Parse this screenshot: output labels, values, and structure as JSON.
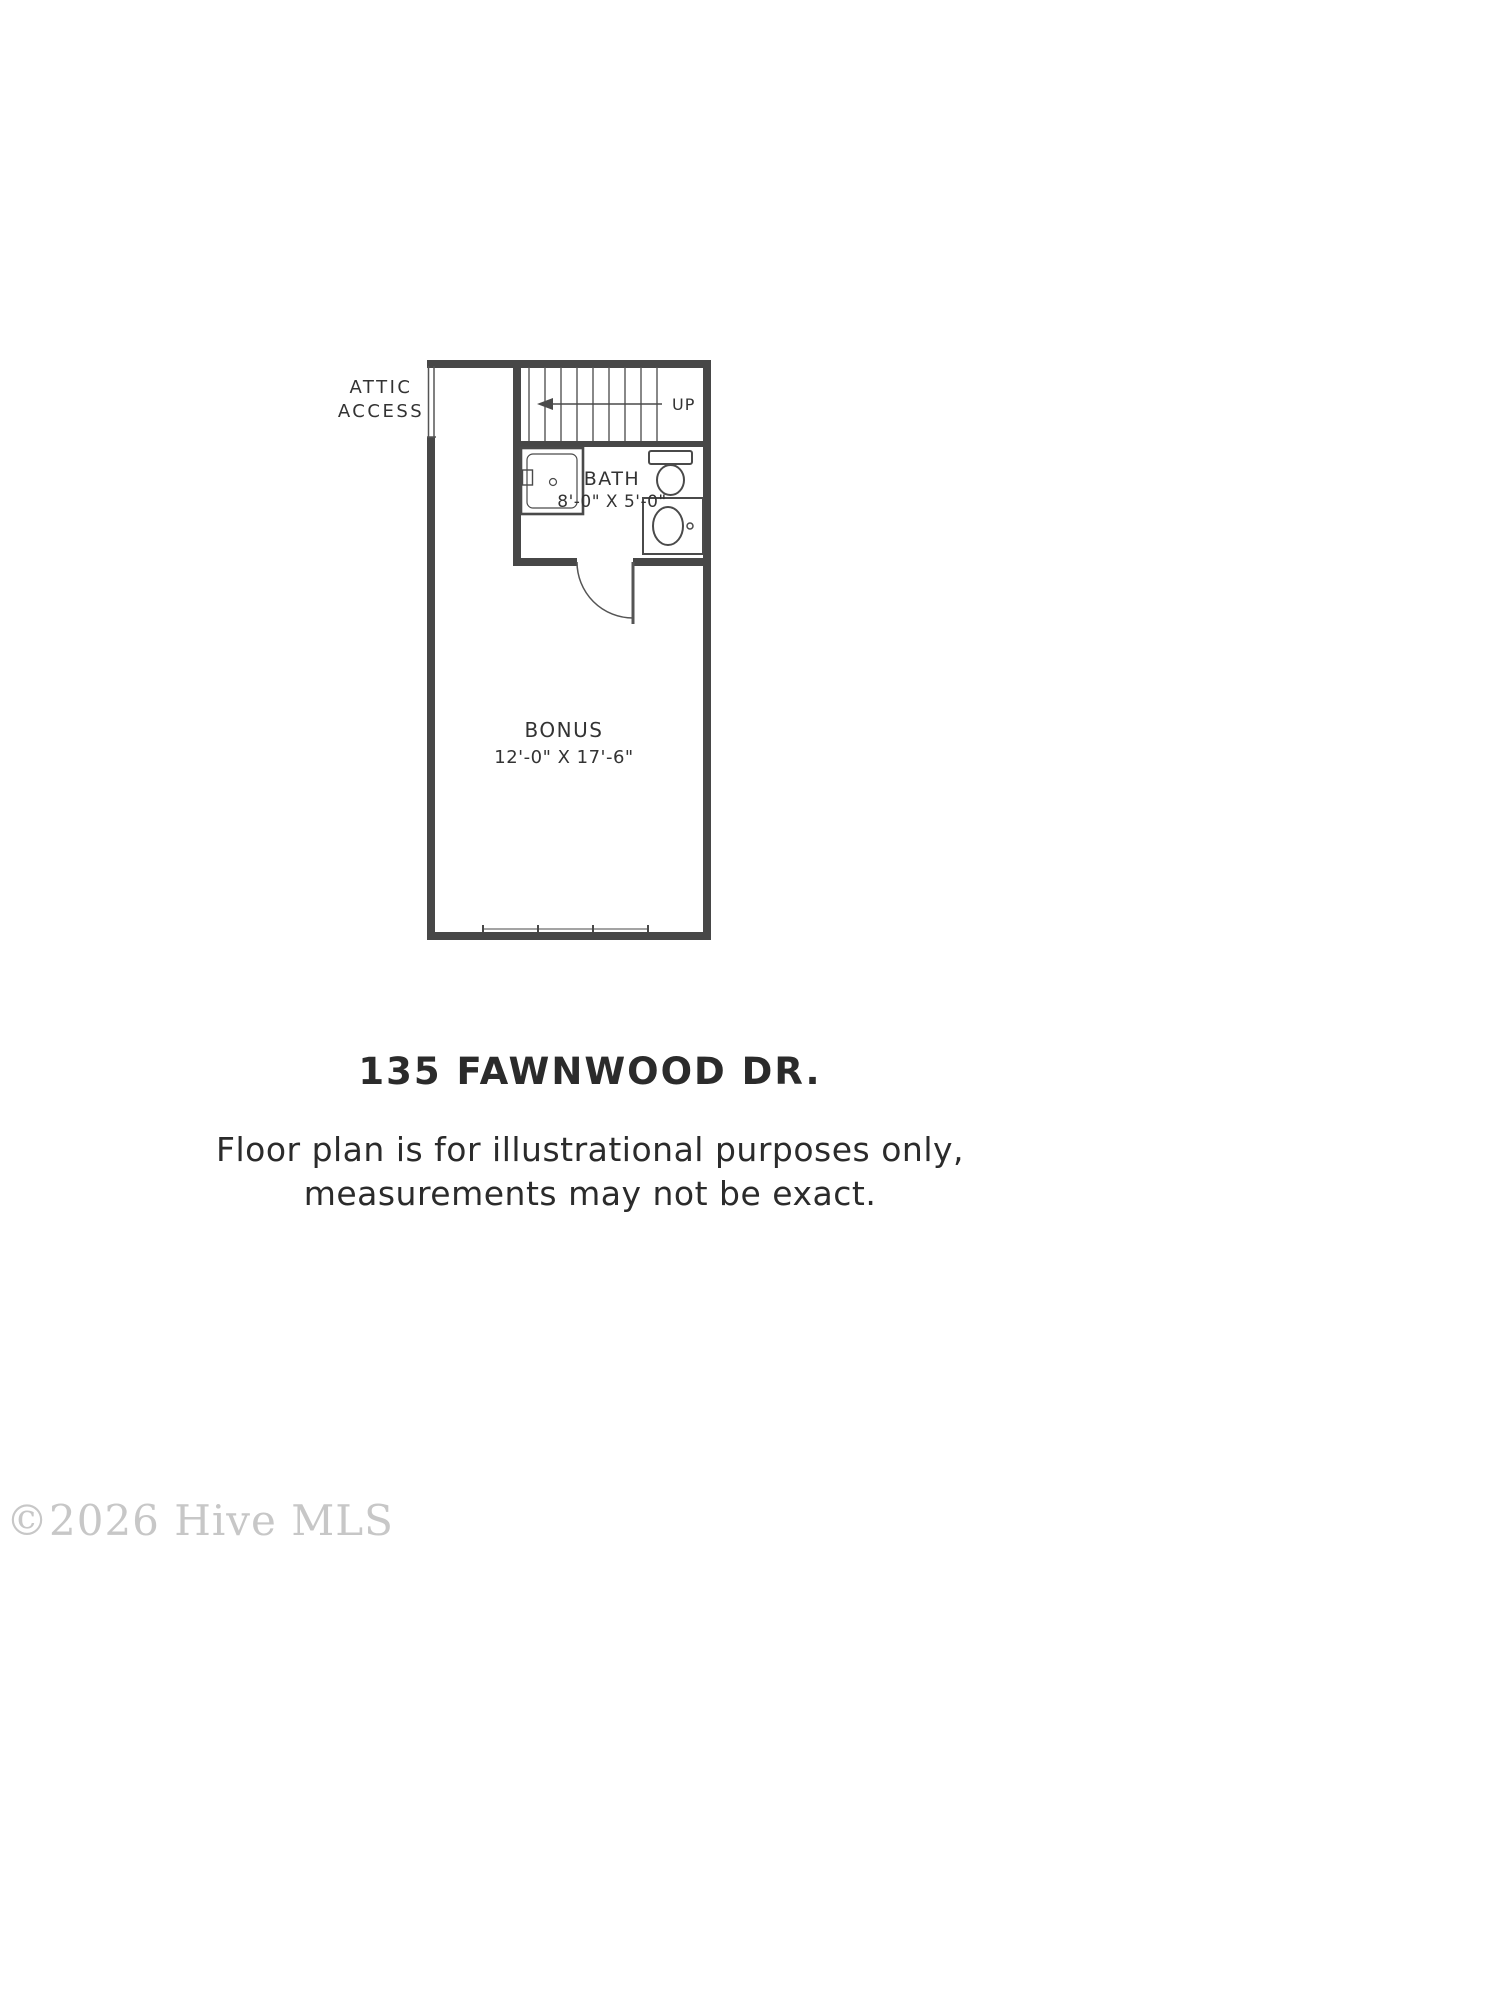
{
  "plan": {
    "attic_access": {
      "line1": "ATTIC",
      "line2": "ACCESS"
    },
    "stairs": {
      "up_label": "UP"
    },
    "bath": {
      "name": "BATH",
      "dimensions": "8'-0\" X 5'-0\""
    },
    "bonus": {
      "name": "BONUS",
      "dimensions": "12'-0\" X 17'-6\""
    }
  },
  "caption": {
    "address": "135 FAWNWOOD DR.",
    "disclaimer_line1": "Floor plan is for illustrational purposes only,",
    "disclaimer_line2": "measurements may not be exact."
  },
  "watermark": {
    "text": "©2026 Hive MLS"
  },
  "colors": {
    "wall": "#474747",
    "fixture": "#4a4a4a",
    "label_text": "#333333",
    "watermark": "#c7c7c7"
  }
}
